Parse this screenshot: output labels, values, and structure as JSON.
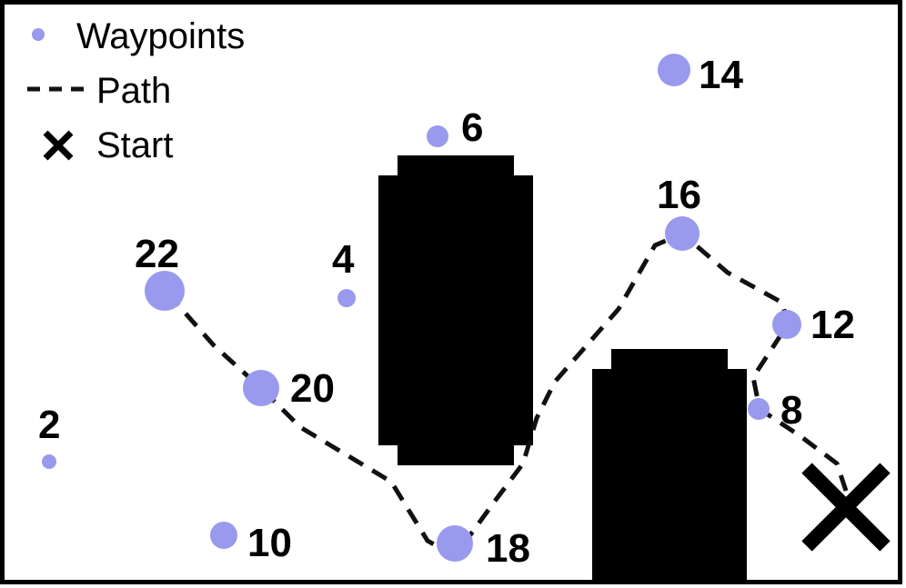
{
  "legend": {
    "waypoints_label": "Waypoints",
    "path_label": "Path",
    "start_label": "Start"
  },
  "colors": {
    "waypoint": "#9999ee",
    "obstacle": "#000000",
    "path": "#111111",
    "border": "#000000",
    "background": "#ffffff"
  },
  "waypoints": [
    {
      "id": "2",
      "label": "2"
    },
    {
      "id": "4",
      "label": "4"
    },
    {
      "id": "6",
      "label": "6"
    },
    {
      "id": "8",
      "label": "8"
    },
    {
      "id": "10",
      "label": "10"
    },
    {
      "id": "12",
      "label": "12"
    },
    {
      "id": "14",
      "label": "14"
    },
    {
      "id": "16",
      "label": "16"
    },
    {
      "id": "18",
      "label": "18"
    },
    {
      "id": "20",
      "label": "20"
    },
    {
      "id": "22",
      "label": "22"
    }
  ],
  "path_order": [
    "start",
    "8",
    "12",
    "16",
    "18",
    "20",
    "22"
  ]
}
